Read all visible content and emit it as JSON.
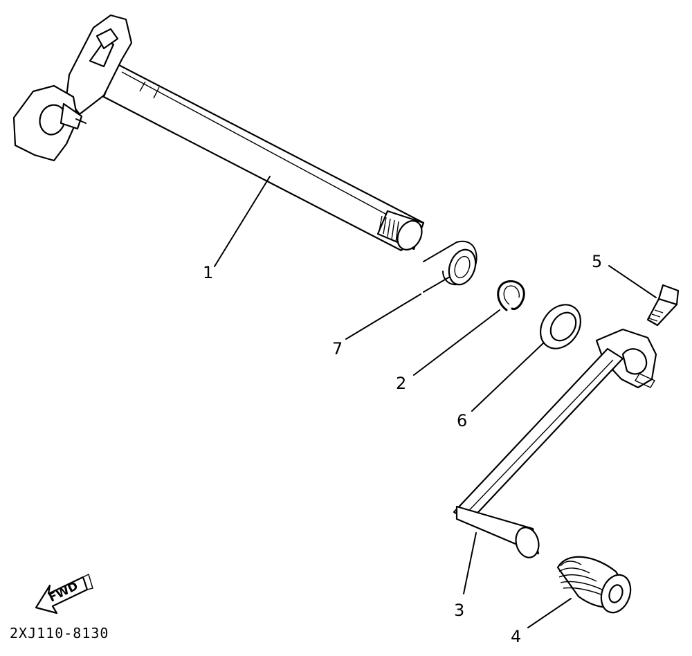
{
  "parts": [
    {
      "id": "1",
      "label": "1"
    },
    {
      "id": "2",
      "label": "2"
    },
    {
      "id": "3",
      "label": "3"
    },
    {
      "id": "4",
      "label": "4"
    },
    {
      "id": "5",
      "label": "5"
    },
    {
      "id": "6",
      "label": "6"
    },
    {
      "id": "7",
      "label": "7"
    }
  ],
  "direction_arrow": {
    "label": "FWD",
    "icon": "fwd-arrow-icon"
  },
  "diagram_code": "2XJ110-8130"
}
